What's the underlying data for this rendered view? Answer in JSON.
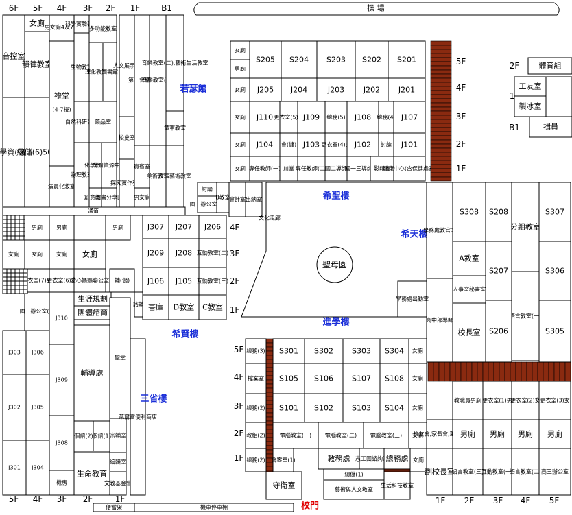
{
  "gates": {
    "school_gate": "校門",
    "playground": "操 場",
    "parking": "機車停車棚",
    "umbrella": "便當架",
    "corridor": "通道"
  },
  "buildings": {
    "ruose": "若瑟館",
    "xisheng": "希聖樓",
    "xitian": "希天樓",
    "xixian": "希賢樓",
    "jinxue": "進學樓",
    "sansheng": "三省樓",
    "shengmu": "聖母園",
    "wenhua": "文化走廊"
  },
  "floor_labels": {
    "left_top": [
      "6F",
      "5F",
      "4F",
      "3F",
      "2F",
      "1F",
      "B1"
    ],
    "left_bottom": [
      "5F",
      "4F",
      "3F",
      "2F",
      "1F"
    ],
    "right_bottom": [
      "1F",
      "2F",
      "3F",
      "4F",
      "5F"
    ],
    "far_right": [
      "2F",
      "1F",
      "B1"
    ],
    "ruose_floors": [
      "5F",
      "4F",
      "3F",
      "2F",
      "1F"
    ],
    "xixian_floors": [
      "4F",
      "3F",
      "2F",
      "1F"
    ],
    "jinxue_floors": [
      "5F",
      "4F",
      "3F",
      "2F",
      "1F"
    ]
  },
  "rooms": {
    "r_yinkong": "音控室",
    "r_xuezi": "學資(儲)",
    "r_nvce1": "女廁",
    "r_yunlv": "韻律教室",
    "r_zongchu": "總儲(6)508",
    "r_nanvce": "男女廁4及7樓",
    "r_litang": "禮堂",
    "r_litang_sub": "(4-7樓)",
    "r_yanyuan": "演員化妝室",
    "r_lab1": "科學實驗教室",
    "r_duogong": "多功能教室",
    "r_shengwu": "生物教室",
    "r_lihua": "理化教室",
    "r_tushu": "圖書館",
    "r_ziran": "自然科研習室",
    "r_yaopin": "藥品室",
    "r_huaxue": "化學教室",
    "r_xuexi": "學習資源中心",
    "r_wuli": "物理教室",
    "r_chuangzao": "創意教室",
    "r_yinshu": "圖書分享區",
    "r_renwen": "人文展示室",
    "r_xiaoshi": "校史室",
    "r_tanjiu": "探究實作教室",
    "r_diyi": "第一會議室",
    "r_guibin": "貴賓室",
    "r_nannv2": "男女廁",
    "r_yinyue1": "音樂教室(一)",
    "r_yinyue2": "音樂教室(二),藝術生活教室",
    "r_meishu": "美術教室",
    "r_tongjun": "童軍教室",
    "r_biaoyan": "表演藝術教室",
    "ruose_row5": [
      "女廁",
      "男廁",
      "S205",
      "S204",
      "S203",
      "S202",
      "S201"
    ],
    "ruose_row4": [
      "女廁",
      "J205",
      "J204",
      "J203",
      "J202",
      "J201"
    ],
    "ruose_row3": [
      "女廁",
      "J110",
      "更衣室(5)男",
      "J109",
      "總務(5)",
      "J108",
      "總務(4)",
      "J107"
    ],
    "ruose_row2": [
      "女廁",
      "J104",
      "會(儲)",
      "J103",
      "更衣室(4)女",
      "J102",
      "討論",
      "J101"
    ],
    "ruose_row1": [
      "女廁",
      "專任教師(一)",
      "川堂",
      "專任教師(二)",
      "國二導師",
      "國一三導師",
      "影印室",
      "健康中心(含保健處室)"
    ],
    "ruose_misc": [
      "討論",
      "國三辦公室(2)",
      "B教室",
      "會計室",
      "出納室"
    ],
    "xixian_row4": [
      "男廁",
      "男廁",
      "男廁",
      "J307",
      "J207",
      "J206"
    ],
    "xixian_row3": [
      "女廁",
      "女廁",
      "女廁",
      "J209",
      "J208",
      "互動教室(二)"
    ],
    "xixian_row2": [
      "更衣室(7)男",
      "更衣室(6)女",
      "愛心媽媽聯公室",
      "輔(儲)",
      "J106",
      "J105",
      "互動教室(三)"
    ],
    "xixian_row1": [
      "國三辦公室(1)",
      "生涯規劃",
      "團體諮商",
      "諮輔",
      "書庫",
      "D教室",
      "C教室"
    ],
    "sansheng_left": [
      "J303",
      "J302",
      "J301",
      "J306",
      "J305",
      "J304",
      "J310",
      "J309",
      "J308",
      "機房"
    ],
    "sansheng_mid": [
      "輔導處",
      "個諮(2)",
      "個諮(1)",
      "宗輔室",
      "生命教育",
      "編輯室",
      "文教基金會",
      "聖堂",
      "萊爾富便利商店"
    ],
    "xitian": [
      "學務處教官室",
      "S308",
      "S208",
      "分組教室",
      "S307",
      "A教室",
      "S207",
      "S306",
      "人事室秘書室",
      "語言教室(一)",
      "高中部導師",
      "校長室",
      "S206",
      "S305",
      "學務處出勤室"
    ],
    "jinxue_row5": [
      "總務(3)",
      "S301",
      "S302",
      "S303",
      "S304",
      "女廁"
    ],
    "jinxue_row4": [
      "檔案室",
      "S105",
      "S106",
      "S107",
      "S108",
      "女廁"
    ],
    "jinxue_row3": [
      "總務(2)",
      "S101",
      "S102",
      "S103",
      "S104",
      "女廁"
    ],
    "jinxue_row2": [
      "教組(2)",
      "電腦教室(一)",
      "電腦教室(二)",
      "電腦教室(三)",
      "女廁"
    ],
    "jinxue_row1": [
      "總務(2)",
      "會客室(1)",
      "教務處",
      "志工團諮詢室",
      "總務處",
      "女廁"
    ],
    "jinxue_bottom": [
      "守衛室",
      "總儲(1)",
      "藝術與人文教室",
      "生活科技教室",
      "副校長室"
    ],
    "southeast_row5": [
      "教職員男廁",
      "更衣室(1)男",
      "更衣室(2)女",
      "更衣室(3)女"
    ],
    "southeast_row4": [
      "校友會,家長會,董事會",
      "男廁",
      "男廁",
      "男廁",
      "男廁"
    ],
    "southeast_row3": [
      "語言教室(三)",
      "互動教室(一)",
      "語言教室(二)",
      "高三辦公室"
    ],
    "far_right": [
      "體育組",
      "工友室",
      "製冰室",
      "揖員"
    ]
  }
}
